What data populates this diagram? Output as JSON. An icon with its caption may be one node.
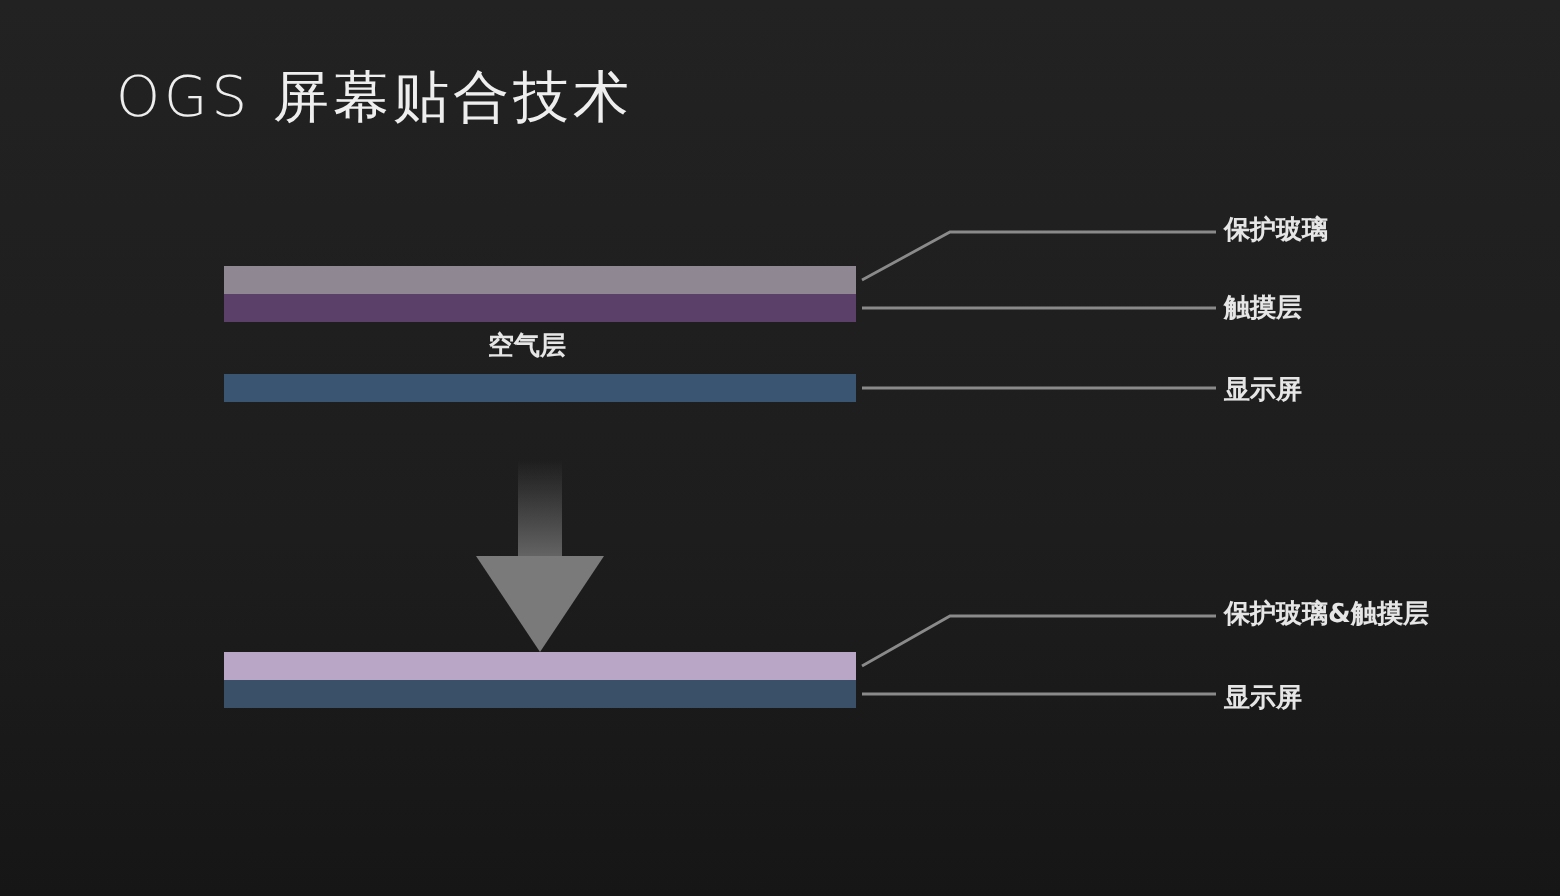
{
  "diagram": {
    "title": "OGS 屏幕贴合技术",
    "nodes": [
      {
        "text": [],
        "shape": "bar"
      },
      {
        "text": [],
        "shape": "bar"
      },
      {
        "text": [],
        "shape": "bar"
      },
      {
        "text": [
          "保护玻璃"
        ]
      },
      {
        "text": [
          "触摸层"
        ]
      },
      {
        "text": [
          "显示屏"
        ]
      },
      {
        "text": [],
        "shape": "bar"
      },
      {
        "text": [],
        "shape": "bar"
      },
      {
        "text": [
          "保护玻璃&触摸层"
        ]
      },
      {
        "text": [
          "显示屏"
        ]
      }
    ],
    "edges": [
      {
        "from": 3,
        "to": 0,
        "arrow": "none"
      },
      {
        "from": 4,
        "to": 1,
        "arrow": "none"
      },
      {
        "from": 5,
        "to": 2,
        "arrow": "none"
      },
      {
        "from": 2,
        "to": 6,
        "arrow": "to",
        "style": "thick"
      },
      {
        "from": 8,
        "to": 6,
        "arrow": "none"
      },
      {
        "from": 9,
        "to": 7,
        "arrow": "none"
      }
    ],
    "labels": [
      "空气层"
    ]
  }
}
